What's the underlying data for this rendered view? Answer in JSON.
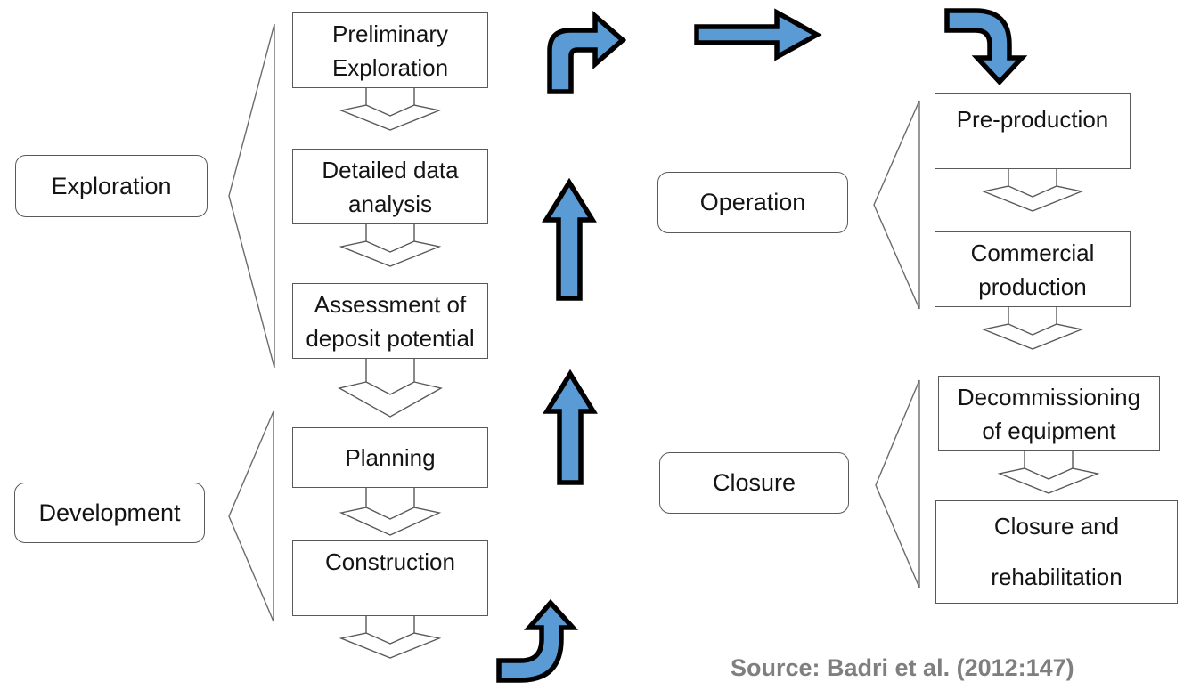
{
  "phases": {
    "exploration": {
      "label": "Exploration"
    },
    "development": {
      "label": "Development"
    },
    "operation": {
      "label": "Operation"
    },
    "closure": {
      "label": "Closure"
    }
  },
  "steps": {
    "preliminary_exploration": {
      "line1": "Preliminary",
      "line2": "Exploration"
    },
    "detailed_data_analysis": {
      "line1": "Detailed data",
      "line2": "analysis"
    },
    "assessment_of_deposit_potential": {
      "line1": "Assessment of",
      "line2": "deposit potential"
    },
    "planning": {
      "line1": "Planning"
    },
    "construction": {
      "line1": "Construction"
    },
    "pre_production": {
      "line1": "Pre-production"
    },
    "commercial_production": {
      "line1": "Commercial",
      "line2": "production"
    },
    "decommissioning_of_equipment": {
      "line1": "Decommissioning",
      "line2": "of equipment"
    },
    "closure_and_rehabilitation": {
      "line1": "Closure and",
      "line2": "rehabilitation"
    }
  },
  "source_note": "Source: Badri et al. (2012:147)",
  "colors": {
    "arrow_blue": "#5b9bd5",
    "arrow_outline": "#000000",
    "line_gray": "#595959",
    "source_gray": "#7f7f7f"
  }
}
